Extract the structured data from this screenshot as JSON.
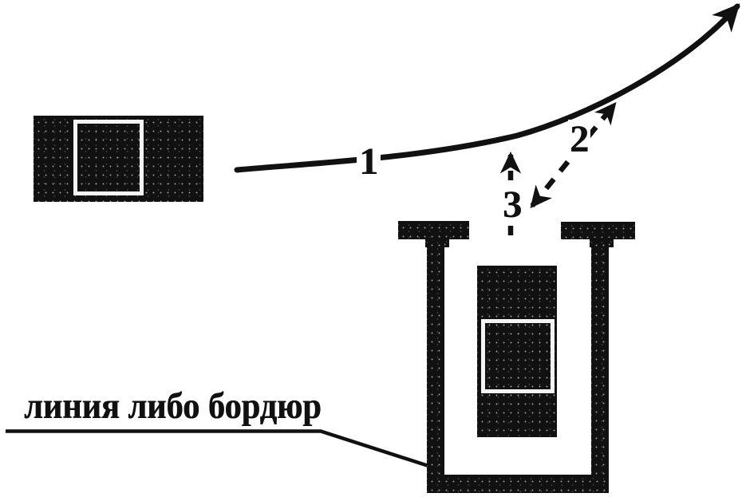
{
  "diagram": {
    "background_color": "#ffffff",
    "ink_color": "#111111",
    "frame_color": "#f4f4f4",
    "labels": {
      "arrow1": "1",
      "arrow2": "2",
      "arrow3": "3"
    },
    "caption": "линия либо бордюр"
  }
}
